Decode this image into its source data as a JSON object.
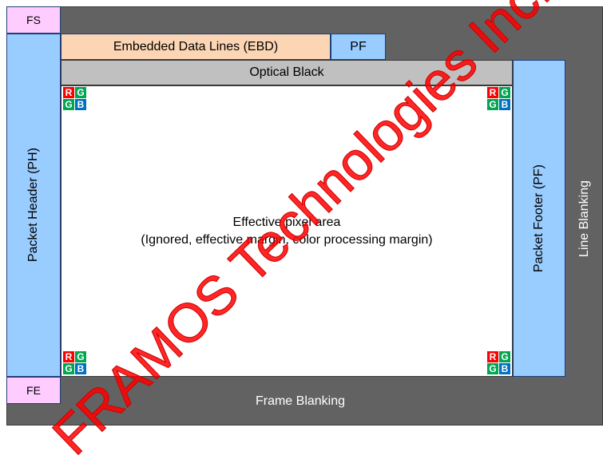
{
  "colors": {
    "blanking": "#626262",
    "packet": "#99ccff",
    "frame_marker": "#ffccff",
    "embedded_data": "#fcd5b4",
    "optical_black": "#c0c0c0",
    "pixel_red": "#ff0000",
    "pixel_green": "#00a651",
    "pixel_blue": "#0070c0",
    "watermark": "#ff0000"
  },
  "labels": {
    "fs": "FS",
    "fe": "FE",
    "ebd": "Embedded Data Lines (EBD)",
    "pf_top": "PF",
    "optical_black": "Optical Black",
    "packet_header": "Packet Header (PH)",
    "packet_footer": "Packet Footer (PF)",
    "line_blanking": "Line Blanking",
    "frame_blanking": "Frame Blanking",
    "effective_line1": "Effective pixel area",
    "effective_line2": "(Ignored, effective margin, color processing margin)"
  },
  "pixel_block": {
    "r": "R",
    "g": "G",
    "b": "B"
  },
  "watermark": {
    "text": "FRAMOS Technologies Inc."
  }
}
